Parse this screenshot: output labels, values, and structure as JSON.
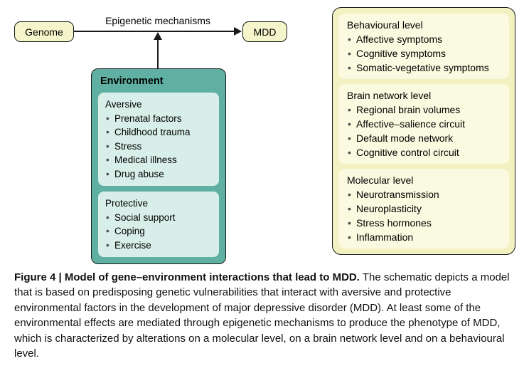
{
  "diagram": {
    "genome_label": "Genome",
    "mdd_label": "MDD",
    "epigenetic_label": "Epigenetic mechanisms",
    "environment": {
      "title": "Environment",
      "groups": [
        {
          "title": "Aversive",
          "items": [
            "Prenatal factors",
            "Childhood trauma",
            "Stress",
            "Medical illness",
            "Drug abuse"
          ]
        },
        {
          "title": "Protective",
          "items": [
            "Social support",
            "Coping",
            "Exercise"
          ]
        }
      ]
    },
    "phenotype": {
      "sections": [
        {
          "title": "Behavioural level",
          "items": [
            "Affective symptoms",
            "Cognitive symptoms",
            "Somatic-vegetative symptoms"
          ]
        },
        {
          "title": "Brain network level",
          "items": [
            "Regional brain volumes",
            "Affective–salience circuit",
            "Default mode network",
            "Cognitive control circuit"
          ]
        },
        {
          "title": "Molecular level",
          "items": [
            "Neurotransmission",
            "Neuroplasticity",
            "Stress hormones",
            "Inflammation"
          ]
        }
      ]
    }
  },
  "caption": {
    "bold": "Figure 4 | Model of gene–environment interactions that lead to MDD.",
    "body": " The schematic depicts a model that is based on predisposing genetic vulnerabilities that interact with aversive and protective environmental factors in the development of major depressive disorder (MDD). At least some of the environmental effects are mediated through epigenetic mechanisms to produce the phenotype of MDD, which is characterized by alterations on a molecular level, on a brain network level and on a behavioural level."
  },
  "icons": {
    "arrowhead-right-icon": "css-triangle-right",
    "arrowhead-up-icon": "css-triangle-up",
    "bullet-icon": "•"
  },
  "colors": {
    "node_yellow": "#F5F5CB",
    "phenotype_outer_yellow": "#F1F1C2",
    "phenotype_inner_yellow": "#FAFAE0",
    "environment_teal": "#5FB0A2",
    "environment_mint": "#D8EFE9",
    "border_black": "#1a1a1a"
  }
}
